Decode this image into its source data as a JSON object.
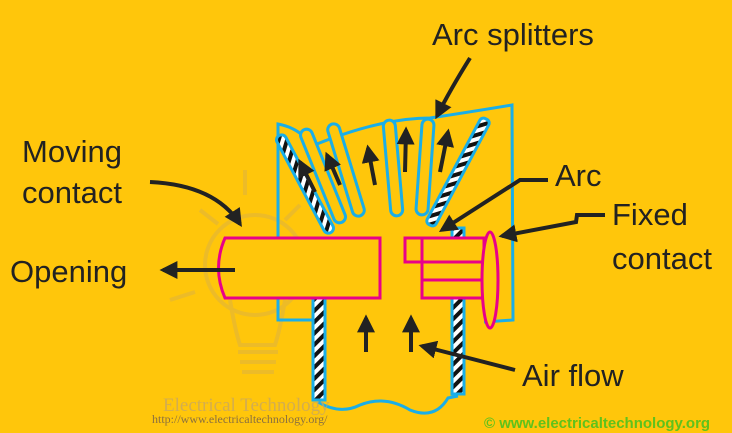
{
  "labels": {
    "arc_splitters": "Arc splitters",
    "moving_contact_1": "Moving",
    "moving_contact_2": "contact",
    "opening": "Opening",
    "arc": "Arc",
    "fixed_contact_1": "Fixed",
    "fixed_contact_2": "contact",
    "air_flow": "Air flow"
  },
  "watermark": {
    "title": "Electrical Technology",
    "url": "http://www.electricaltechnology.org/",
    "copyright": "© www.electricaltechnology.org"
  },
  "colors": {
    "background": "#FFC60B",
    "chamber": "#1AAEE8",
    "contacts": "#E8008A",
    "text": "#222222",
    "copyright": "#5FC21C"
  }
}
